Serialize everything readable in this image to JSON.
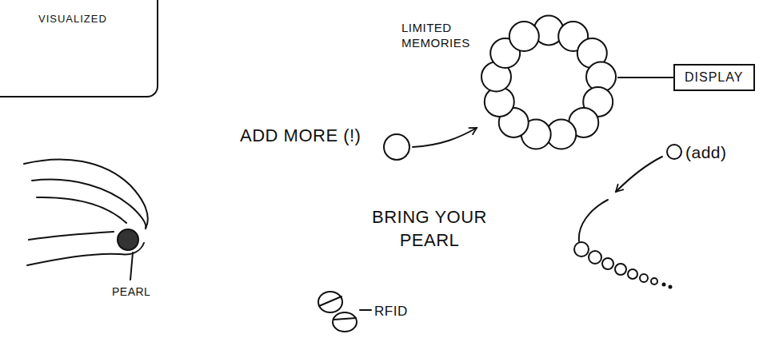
{
  "diagram": {
    "nodes": [
      {
        "text": [
          "VISUALIZED"
        ]
      },
      {
        "text": [
          "LIMITED MEMORIES"
        ]
      },
      {
        "text": [
          "DISPLAY"
        ]
      }
    ],
    "edges": [
      {
        "from": 1,
        "to": 2,
        "arrow": "none"
      }
    ],
    "labels": [
      "ADD MORE (!)",
      "BRING YOUR PEARL",
      "RFID",
      "PEARL",
      "(add)"
    ]
  }
}
